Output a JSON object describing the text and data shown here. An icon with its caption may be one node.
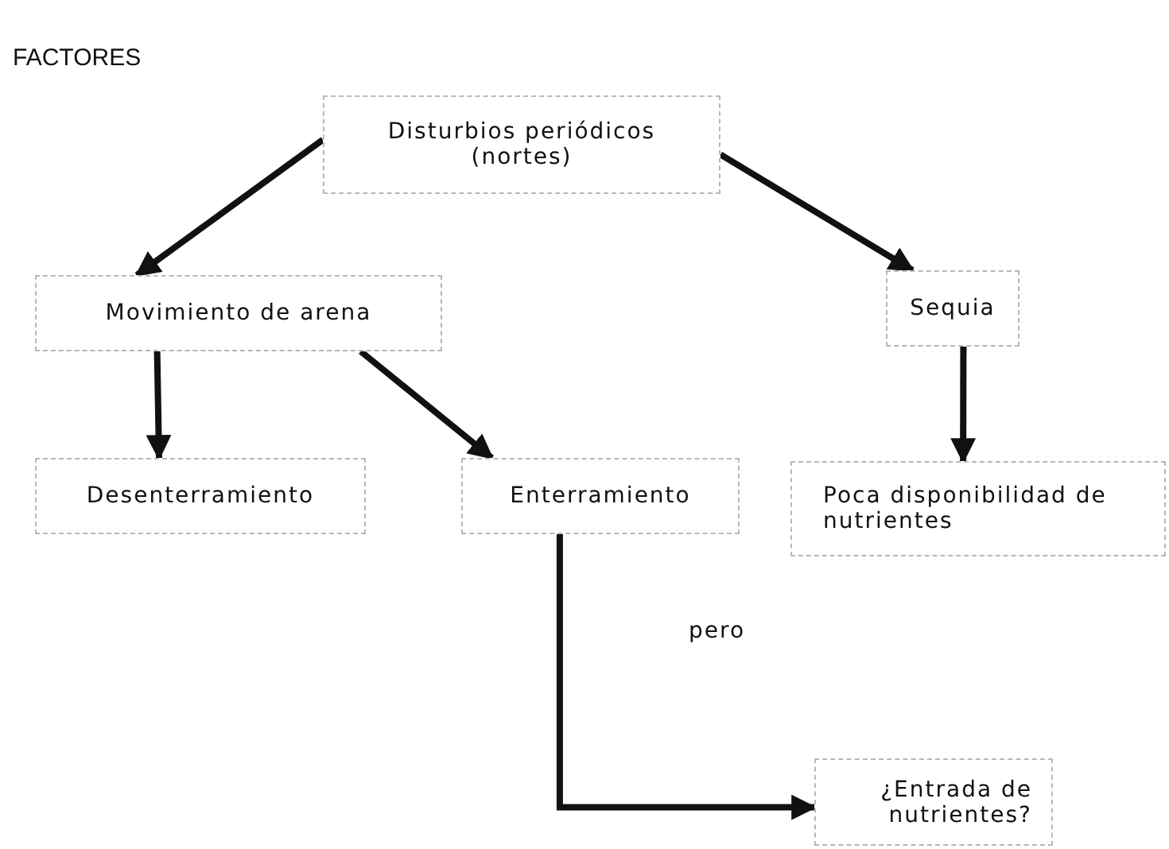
{
  "diagram": {
    "title": "FACTORES",
    "nodes": [
      {
        "text": [
          "Disturbios periódicos (nortes)"
        ]
      },
      {
        "text": [
          "Movimiento de arena"
        ]
      },
      {
        "text": [
          "Sequia"
        ]
      },
      {
        "text": [
          "Desenterramiento"
        ]
      },
      {
        "text": [
          "Enterramiento"
        ]
      },
      {
        "text": [
          "Poca disponibilidad de nutrientes"
        ]
      },
      {
        "text": [
          "¿Entrada de nutrientes?"
        ]
      }
    ],
    "edges": [
      {
        "from": 0,
        "to": 1,
        "arrow": "to"
      },
      {
        "from": 0,
        "to": 2,
        "arrow": "to"
      },
      {
        "from": 1,
        "to": 3,
        "arrow": "to"
      },
      {
        "from": 1,
        "to": 4,
        "arrow": "to"
      },
      {
        "from": 2,
        "to": 5,
        "arrow": "to"
      },
      {
        "from": 4,
        "to": 6,
        "arrow": "to"
      }
    ],
    "labels": [
      "pero"
    ]
  }
}
